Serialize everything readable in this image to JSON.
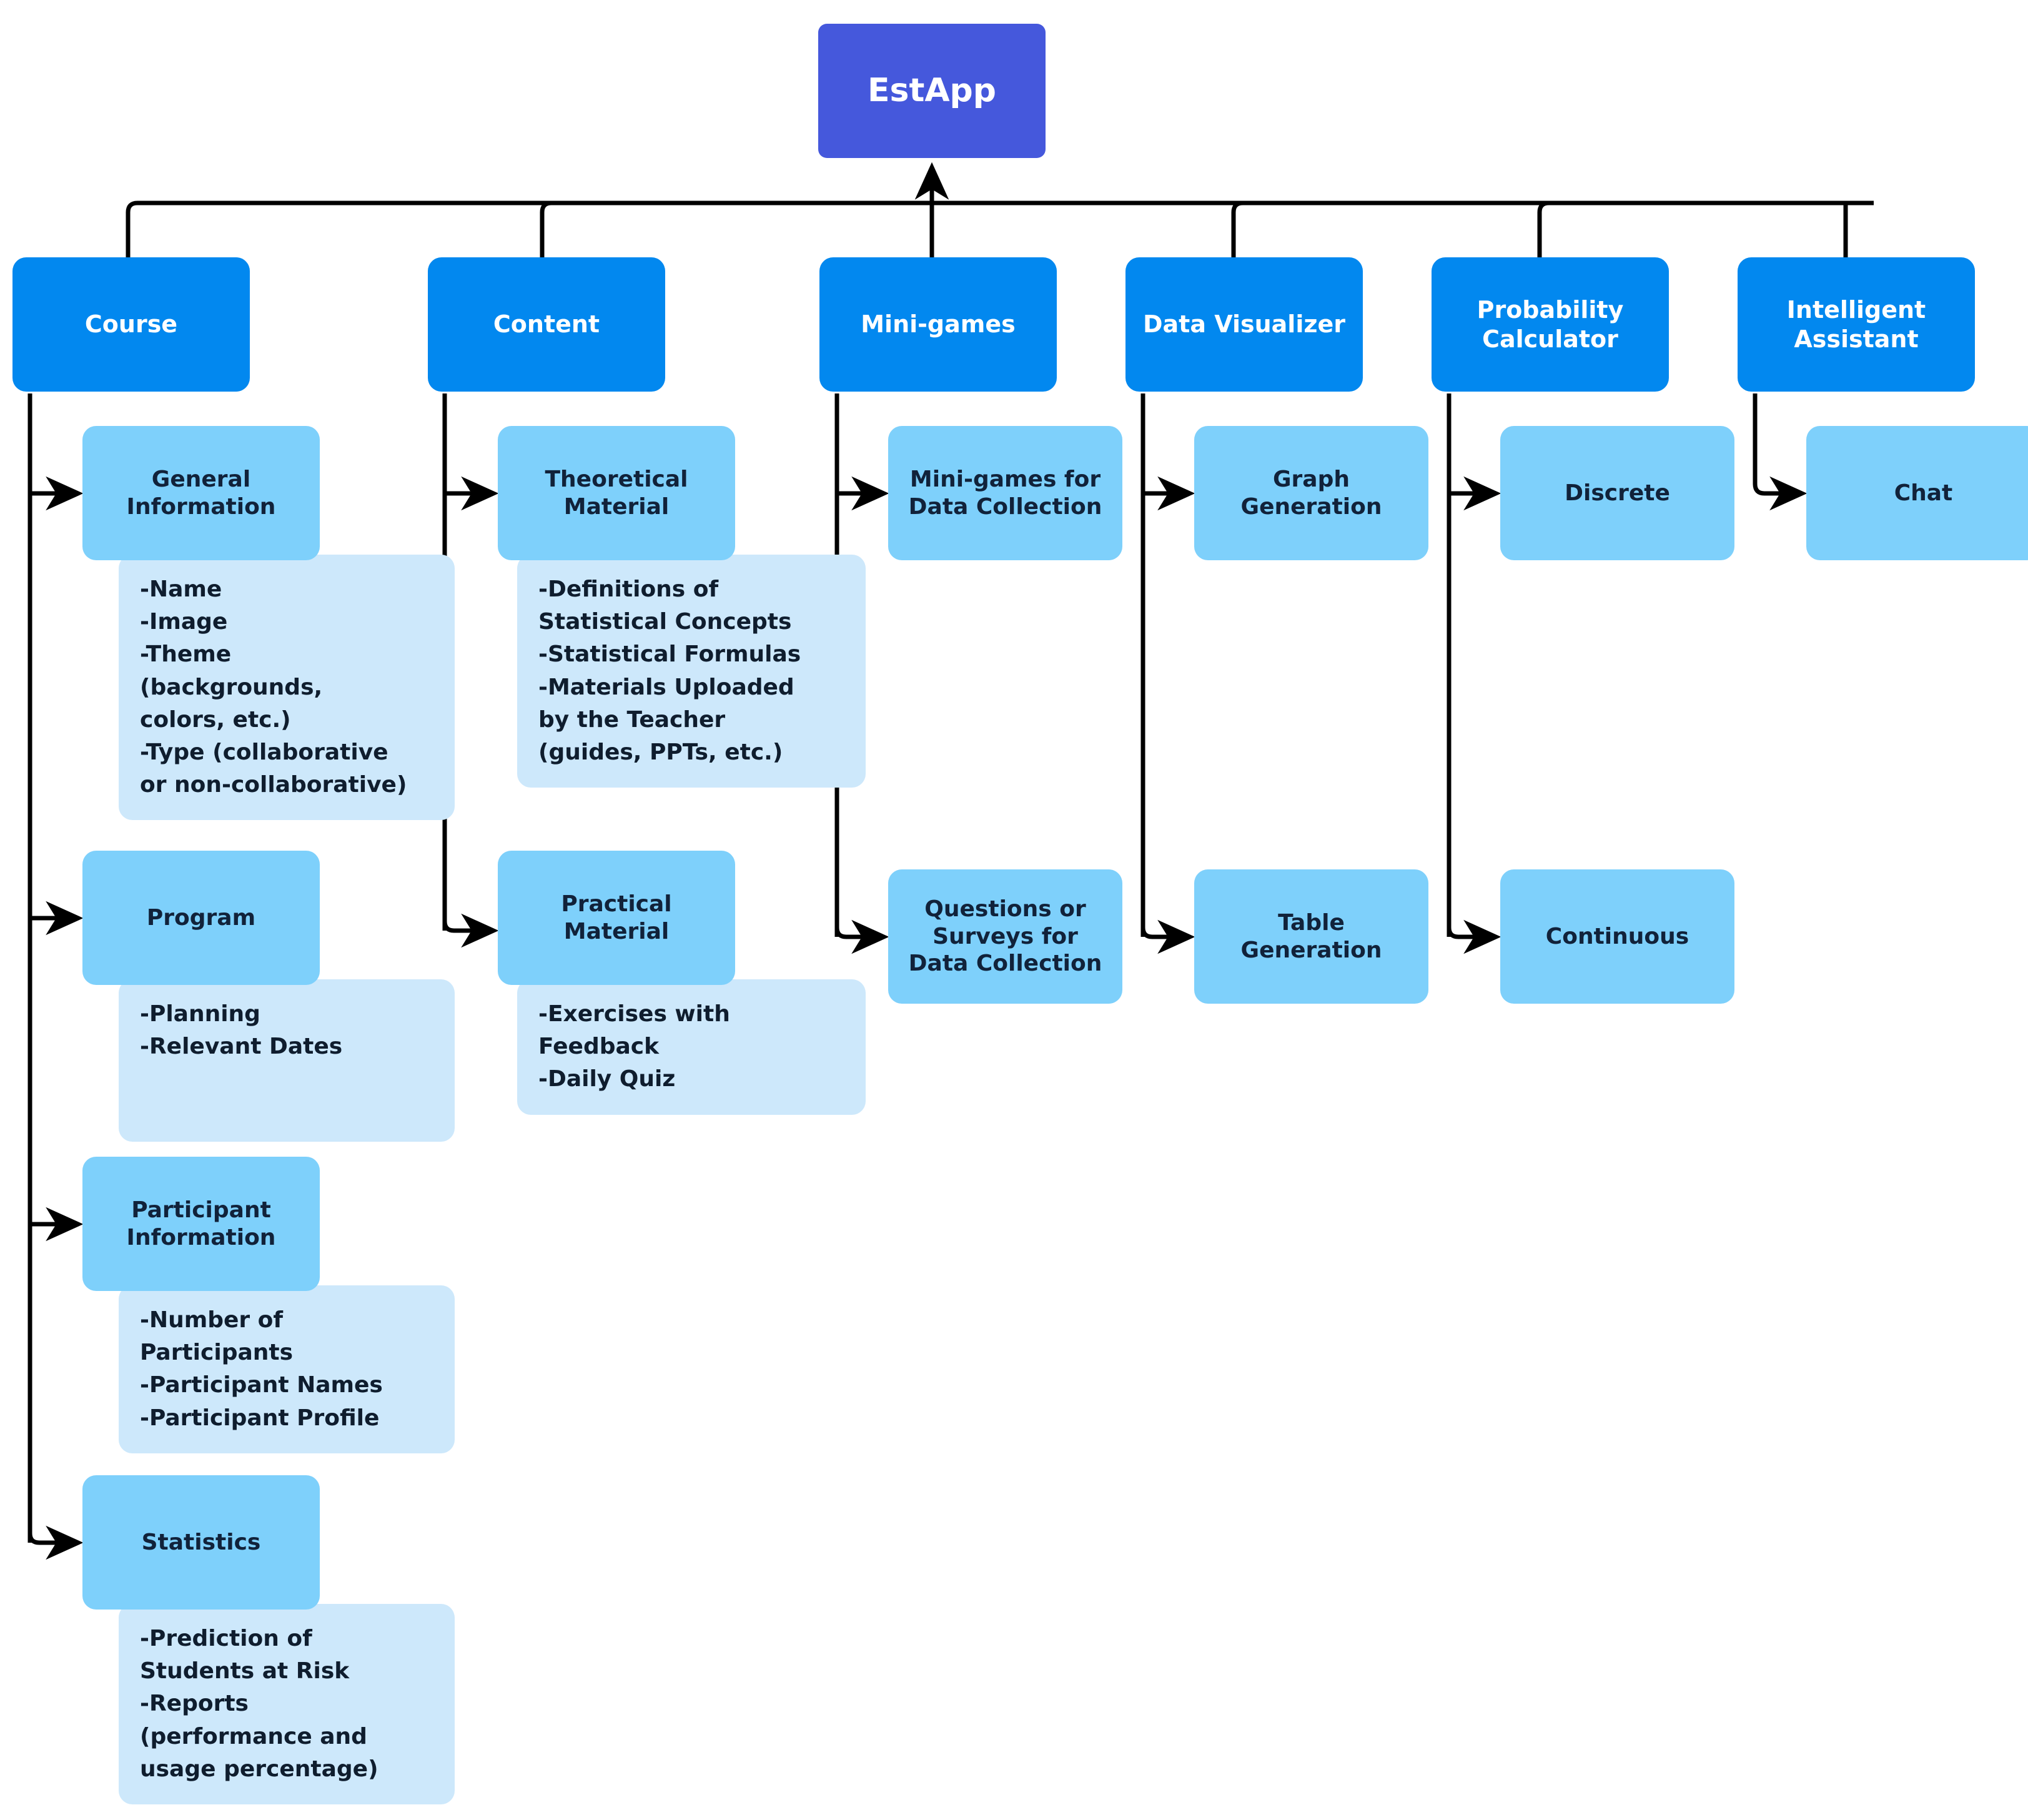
{
  "diagram": {
    "title": "EstApp",
    "root": {
      "label": "EstApp"
    },
    "colors": {
      "root": "#4558DC",
      "level2": "#0288EF",
      "level3": "#7ED0FB",
      "detail": "#CDE8FB",
      "connector": "#000000",
      "background": "#FFFFFF"
    },
    "branches": [
      {
        "id": "course",
        "label": "Course",
        "children": [
          {
            "id": "general-information",
            "label": "General Information",
            "detail": "-Name\n-Image\n-Theme\n(backgrounds,\ncolors, etc.)\n-Type (collaborative\nor non-collaborative)"
          },
          {
            "id": "program",
            "label": "Program",
            "detail": "-Planning\n-Relevant Dates"
          },
          {
            "id": "participant-information",
            "label": "Participant Information",
            "detail": "-Number of\nParticipants\n-Participant Names\n-Participant Profile"
          },
          {
            "id": "statistics",
            "label": "Statistics",
            "detail": "-Prediction of\nStudents at Risk\n-Reports\n(performance and\nusage percentage)"
          }
        ]
      },
      {
        "id": "content",
        "label": "Content",
        "children": [
          {
            "id": "theoretical-material",
            "label": "Theoretical Material",
            "detail": "-Definitions of\nStatistical Concepts\n-Statistical Formulas\n-Materials Uploaded\nby the Teacher\n(guides, PPTs, etc.)"
          },
          {
            "id": "practical-material",
            "label": "Practical Material",
            "detail": "-Exercises with\nFeedback\n-Daily Quiz"
          }
        ]
      },
      {
        "id": "mini-games",
        "label": "Mini-games",
        "children": [
          {
            "id": "mini-games-for-data-collection",
            "label": "Mini-games for Data Collection",
            "detail": null
          },
          {
            "id": "questions-or-surveys-for-data-collection",
            "label": "Questions or Surveys for Data Collection",
            "detail": null
          }
        ]
      },
      {
        "id": "data-visualizer",
        "label": "Data Visualizer",
        "children": [
          {
            "id": "graph-generation",
            "label": "Graph Generation",
            "detail": null
          },
          {
            "id": "table-generation",
            "label": "Table Generation",
            "detail": null
          }
        ]
      },
      {
        "id": "probability-calculator",
        "label": "Probability Calculator",
        "children": [
          {
            "id": "discrete",
            "label": "Discrete",
            "detail": null
          },
          {
            "id": "continuous",
            "label": "Continuous",
            "detail": null
          }
        ]
      },
      {
        "id": "intelligent-assistant",
        "label": "Intelligent Assistant",
        "children": [
          {
            "id": "chat",
            "label": "Chat",
            "detail": null
          }
        ]
      }
    ]
  }
}
